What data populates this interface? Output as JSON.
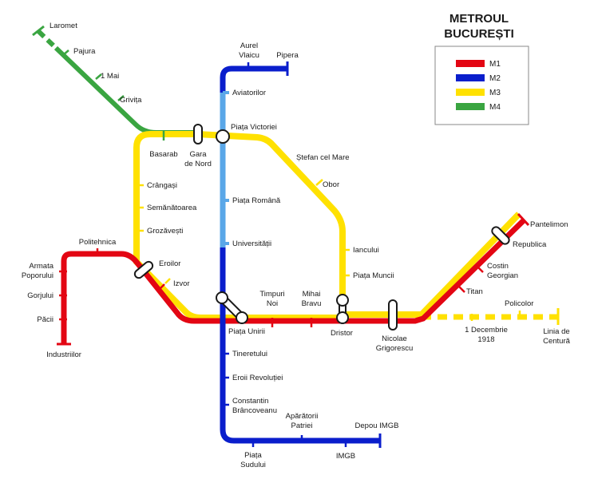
{
  "title": [
    "METROUL",
    "BUCUREȘTI"
  ],
  "colors": {
    "m1": "#e30613",
    "m2": "#0a1ecc",
    "m2_light": "#5aa7e8",
    "m3": "#ffe100",
    "m4": "#3aa541"
  },
  "legend": [
    {
      "key": "m1",
      "label": "M1"
    },
    {
      "key": "m2",
      "label": "M2"
    },
    {
      "key": "m3",
      "label": "M3"
    },
    {
      "key": "m4",
      "label": "M4"
    }
  ],
  "stations": {
    "laromet": "Laromet",
    "pajura": "Pajura",
    "1mai": "1 Mai",
    "grivita": "Grivița",
    "basarab": "Basarab",
    "gara_de_nord": [
      "Gara",
      "de Nord"
    ],
    "aurel_vlaicu": [
      "Aurel",
      "Vlaicu"
    ],
    "pipera": "Pipera",
    "aviatorilor": "Aviatorilor",
    "piata_victoriei": "Piața Victoriei",
    "stefan_cel_mare": "Ștefan cel Mare",
    "obor": "Obor",
    "crangasi": "Crângași",
    "semanatoarea": "Semănătoarea",
    "grozavesti": "Grozăvești",
    "piata_romana": "Piața Română",
    "universitatii": "Universității",
    "politehnica": "Politehnica",
    "armata_poporului": [
      "Armata",
      "Poporului"
    ],
    "gorjului": "Gorjului",
    "pacii": "Păcii",
    "industriilor": "Industriilor",
    "eroilor": "Eroilor",
    "izvor": "Izvor",
    "iancului": "Iancului",
    "piata_muncii": "Piața Muncii",
    "timpuri_noi": [
      "Timpuri",
      "Noi"
    ],
    "mihai_bravu": [
      "Mihai",
      "Bravu"
    ],
    "piata_unirii": "Piața Unirii",
    "dristor": "Dristor",
    "nicolae_grigorescu": [
      "Nicolae",
      "Grigorescu"
    ],
    "pantelimon": "Pantelimon",
    "republica": "Republica",
    "costin_georgian": [
      "Costin",
      "Georgian"
    ],
    "titan": "Titan",
    "policolor": "Policolor",
    "1_decembrie": [
      "1 Decembrie",
      "1918"
    ],
    "linia_de_centura": [
      "Linia de",
      "Centură"
    ],
    "tineretului": "Tineretului",
    "eroii_revolutiei": "Eroii Revoluției",
    "constantin_brancoveanu": [
      "Constantin",
      "Brâncoveanu"
    ],
    "aparatorii_patriei": [
      "Apărătorii",
      "Patriei"
    ],
    "depou_imgb": "Depou IMGB",
    "piata_sudului": [
      "Piața",
      "Sudului"
    ],
    "imgb": "IMGB"
  }
}
